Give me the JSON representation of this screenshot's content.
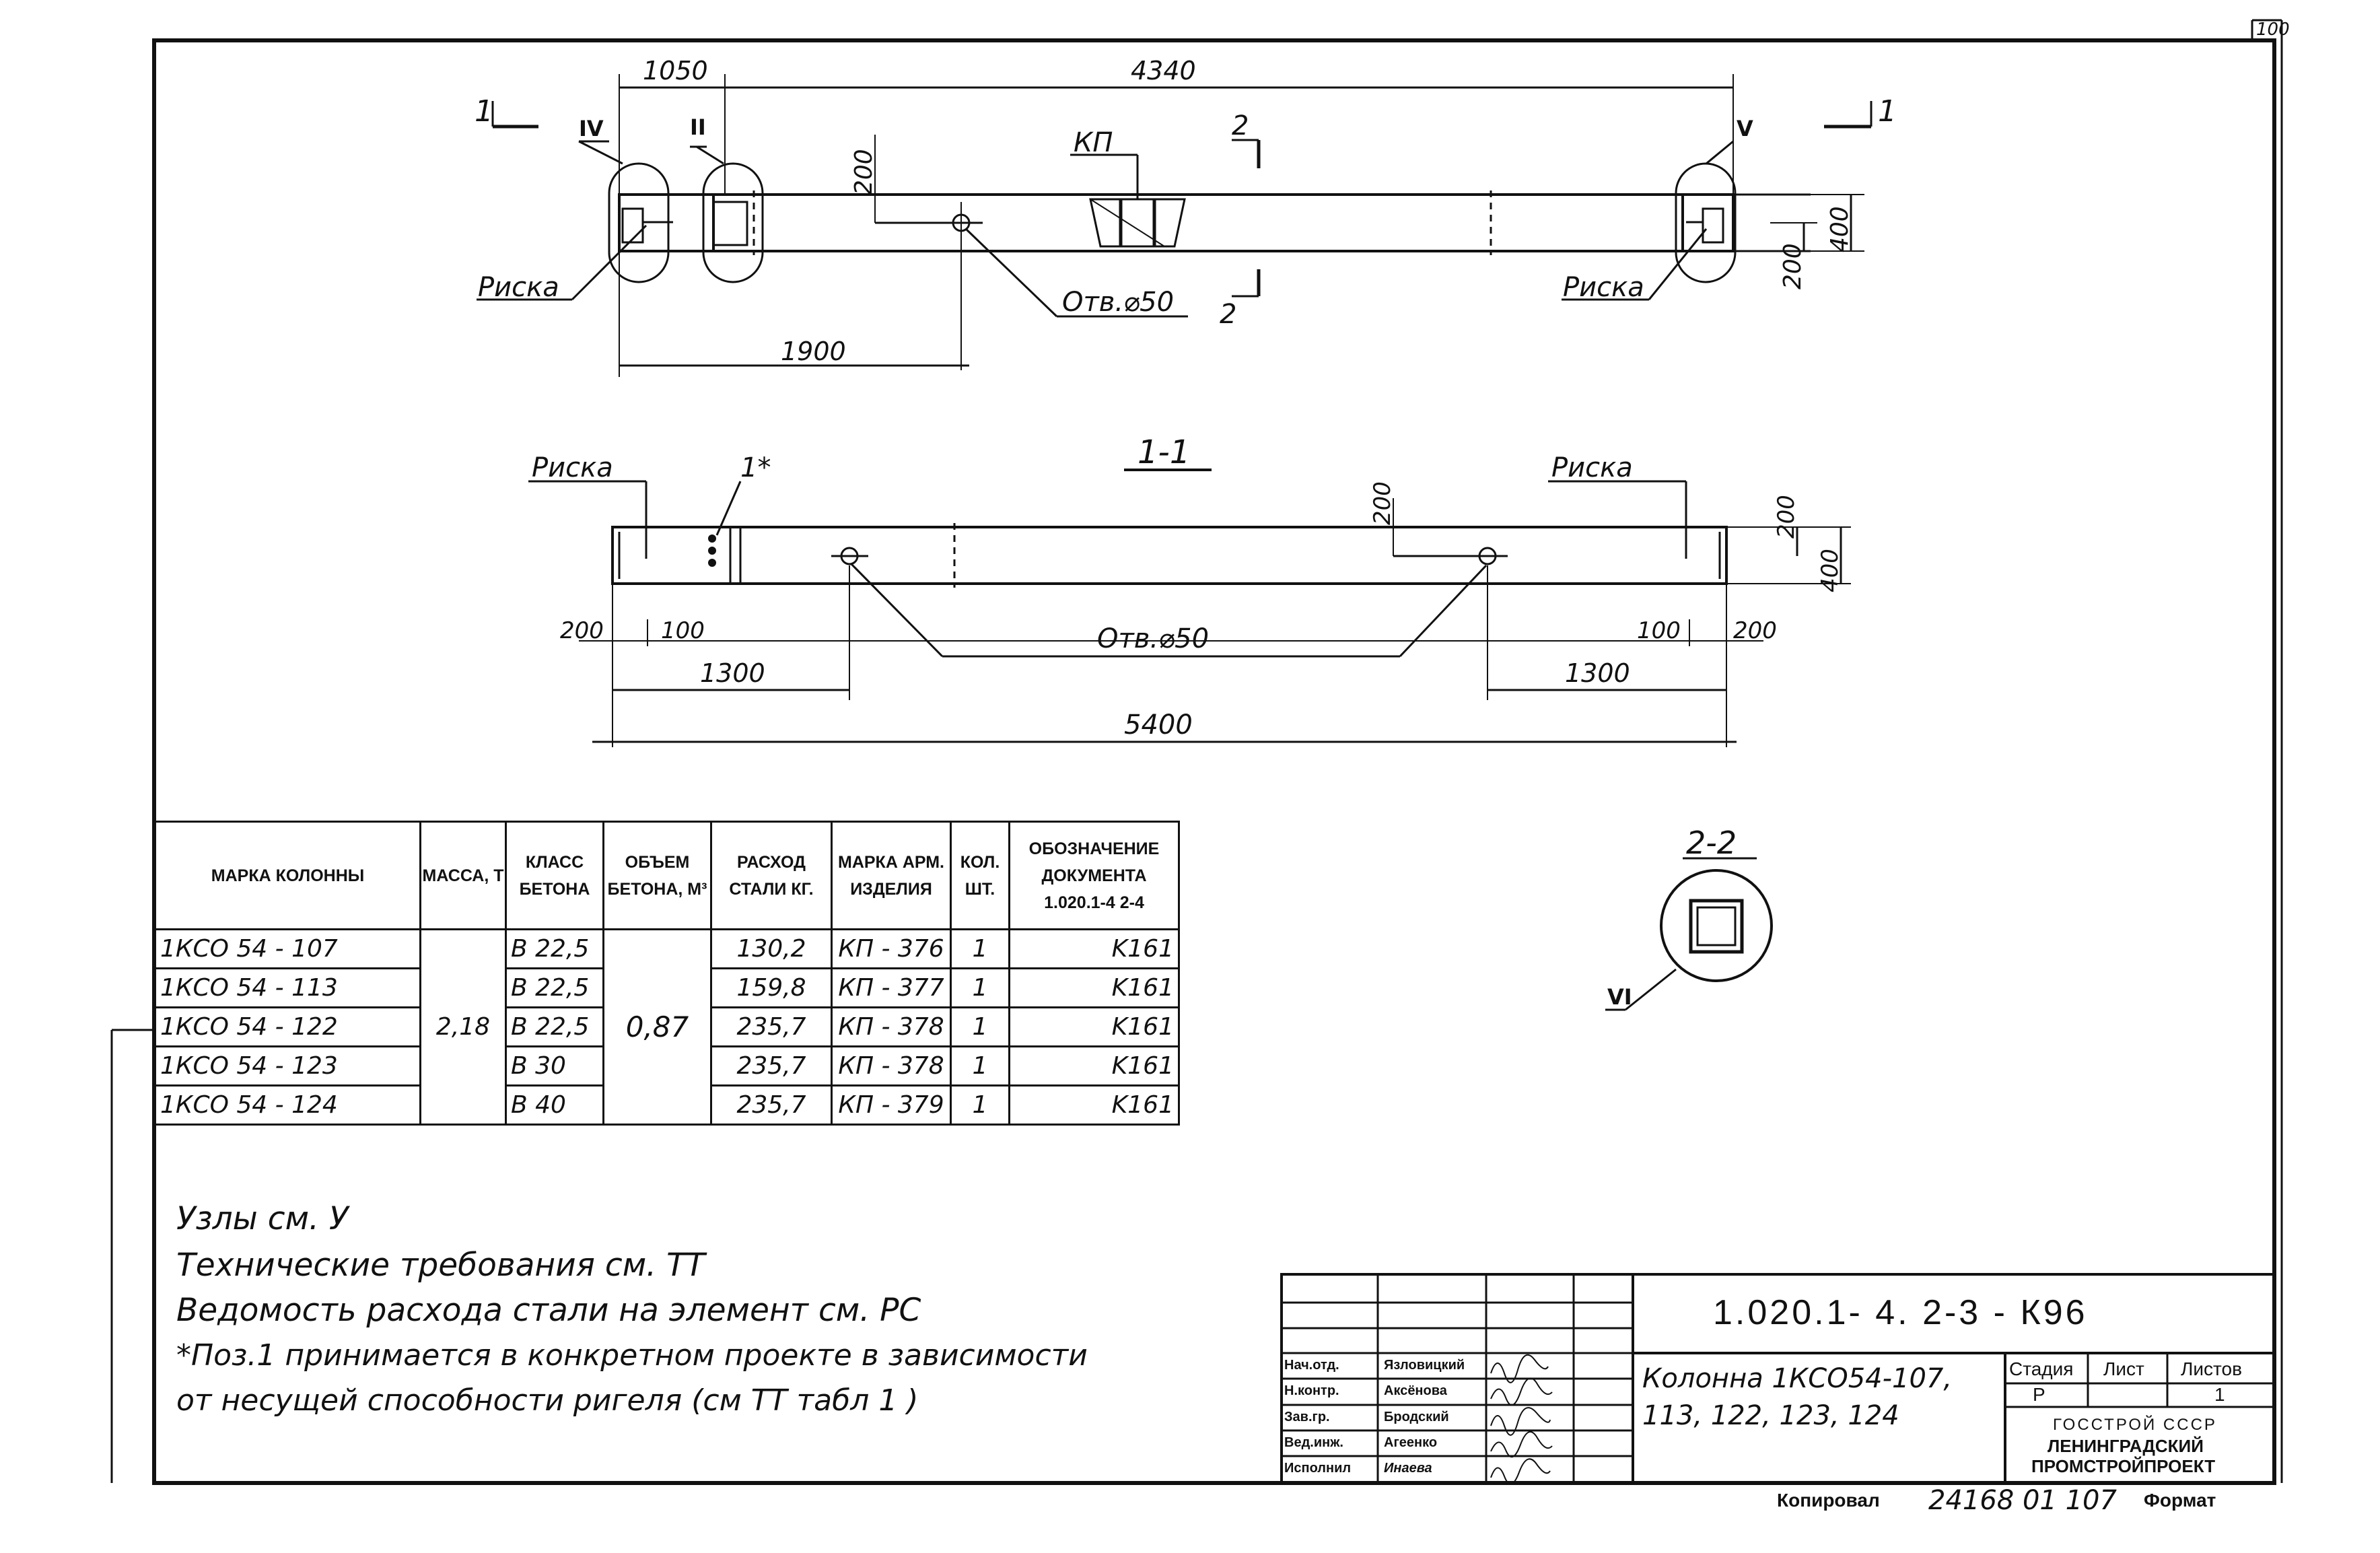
{
  "sheet": {
    "corner_number": "100"
  },
  "plan": {
    "dim_top_left": "1050",
    "dim_top_right": "4340",
    "dim_200_vertical": "200",
    "dim_1900": "1900",
    "dim_400": "400",
    "dim_200_right": "200",
    "label_kp": "КП",
    "hole_label": "Отв.⌀50",
    "risk_left": "Риска",
    "risk_right": "Риска",
    "section_1_left": "1",
    "section_1_right": "1",
    "section_2_top": "2",
    "section_2_bottom": "2",
    "node_iv": "IV",
    "node_ii": "II",
    "node_v": "V"
  },
  "elevation": {
    "title": "1-1",
    "risk_left": "Риска",
    "risk_right": "Риска",
    "pos_label": "1*",
    "dim_200_top": "200",
    "dim_200_right": "200",
    "dim_400": "400",
    "dim_200_left_bottom": "200",
    "dim_100_left": "100",
    "dim_100_right": "100",
    "dim_200_right_bottom": "200",
    "dim_1300_left": "1300",
    "dim_1300_right": "1300",
    "dim_5400": "5400",
    "hole_label": "Отв.⌀50"
  },
  "section22": {
    "title": "2-2",
    "node": "VI"
  },
  "spec_table": {
    "headers": [
      "МАРКА КОЛОННЫ",
      "МАССА, Т",
      "КЛАСС БЕТОНА",
      "ОБЪЕМ БЕТОНА, М³",
      "РАСХОД СТАЛИ КГ.",
      "МАРКА АРМ. ИЗДЕЛИЯ",
      "КОЛ. ШТ.",
      "ОБОЗНАЧЕНИЕ ДОКУМЕНТА 1.020.1-4 2-4"
    ],
    "mass_shared": "2,18",
    "volume_shared": "0,87",
    "rows": [
      {
        "mark": "1КСО 54 - 107",
        "concrete": "B 22,5",
        "steel": "130,2",
        "arm": "КП - 376",
        "qty": "1",
        "doc": "K161"
      },
      {
        "mark": "1КСО 54 - 113",
        "concrete": "B 22,5",
        "steel": "159,8",
        "arm": "КП - 377",
        "qty": "1",
        "doc": "K161"
      },
      {
        "mark": "1КСО 54 - 122",
        "concrete": "B 22,5",
        "steel": "235,7",
        "arm": "КП - 378",
        "qty": "1",
        "doc": "K161"
      },
      {
        "mark": "1КСО 54 - 123",
        "concrete": "B 30",
        "steel": "235,7",
        "arm": "КП - 378",
        "qty": "1",
        "doc": "K161"
      },
      {
        "mark": "1КСО 54 - 124",
        "concrete": "B 40",
        "steel": "235,7",
        "arm": "КП - 379",
        "qty": "1",
        "doc": "K161"
      }
    ]
  },
  "notes": [
    "Узлы см. У",
    "Технические требования см. ТТ",
    "Ведомость расхода стали на элемент см. РС",
    "*Поз.1 принимается в конкретном проекте в зависимости",
    "от несущей способности ригеля (см ТТ табл 1 )"
  ],
  "title_block": {
    "code": "1.020.1- 4. 2-3 - К96",
    "title_line1": "Колонна 1КСО54-107,",
    "title_line2": "113, 122, 123, 124",
    "stage_header": "Стадия",
    "sheet_header": "Лист",
    "sheets_header": "Листов",
    "stage_value": "Р",
    "sheet_value": "",
    "sheets_value": "1",
    "org_line1": "ГОССТРОЙ СССР",
    "org_line2": "ЛЕНИНГРАДСКИЙ",
    "org_line3": "ПРОМСТРОЙПРОЕКТ",
    "roles": [
      {
        "role": "Нач.отд.",
        "name": "Язловицкий"
      },
      {
        "role": "Н.контр.",
        "name": "Аксёнова"
      },
      {
        "role": "Зав.гр.",
        "name": "Бродский"
      },
      {
        "role": "Вед.инж.",
        "name": "Агеенко"
      },
      {
        "role": "Исполнил",
        "name": "Инаева"
      }
    ],
    "copied_label": "Копировал",
    "copy_number": "24168 01 107",
    "format_label": "Формат"
  }
}
